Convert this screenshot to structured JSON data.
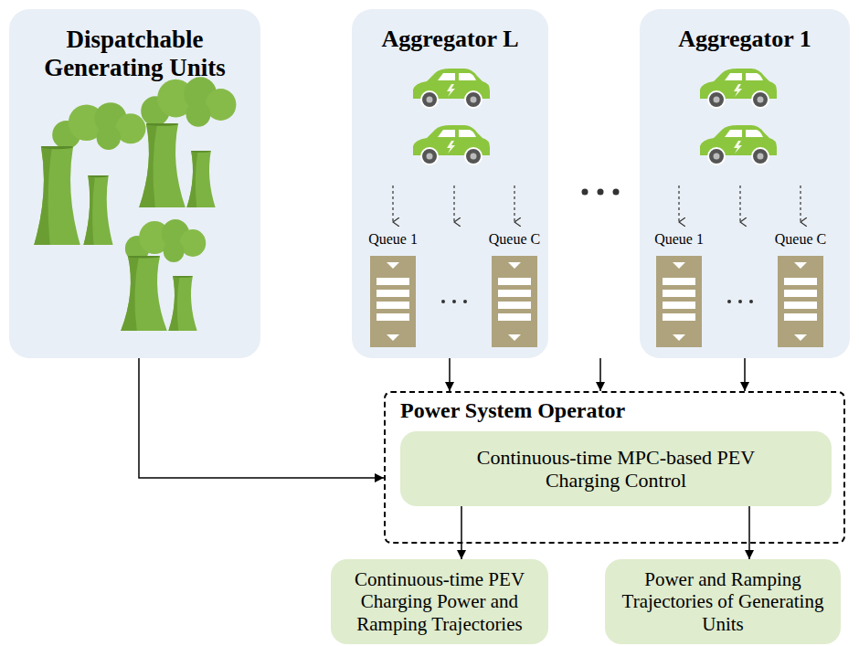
{
  "diagram": {
    "nodes": [
      {
        "text": [
          "Dispatchable Generating Units"
        ]
      },
      {
        "text": [
          "Aggregator L"
        ]
      },
      {
        "text": [
          "Queue 1"
        ],
        "in": 1
      },
      {
        "text": [
          "Queue C"
        ],
        "in": 1
      },
      {
        "text": [
          "Aggregator 1"
        ]
      },
      {
        "text": [
          "Queue 1"
        ],
        "in": 4
      },
      {
        "text": [
          "Queue C"
        ],
        "in": 4
      },
      {
        "text": [
          "Power System Operator"
        ]
      },
      {
        "text": [
          "Continuous-time MPC-based PEV Charging Control"
        ],
        "in": 7
      },
      {
        "text": [
          "Continuous-time PEV Charging Power and Ramping Trajectories"
        ]
      },
      {
        "text": [
          "Power and Ramping Trajectories of Generating Units"
        ]
      }
    ],
    "edges": [
      {
        "from": 0,
        "to": 7,
        "arrow": "to"
      },
      {
        "from": 1,
        "to": 7,
        "arrow": "to"
      },
      {
        "from": 4,
        "to": 7,
        "arrow": "to"
      },
      {
        "from": 8,
        "to": 9,
        "arrow": "to"
      },
      {
        "from": 8,
        "to": 10,
        "arrow": "to"
      }
    ]
  }
}
